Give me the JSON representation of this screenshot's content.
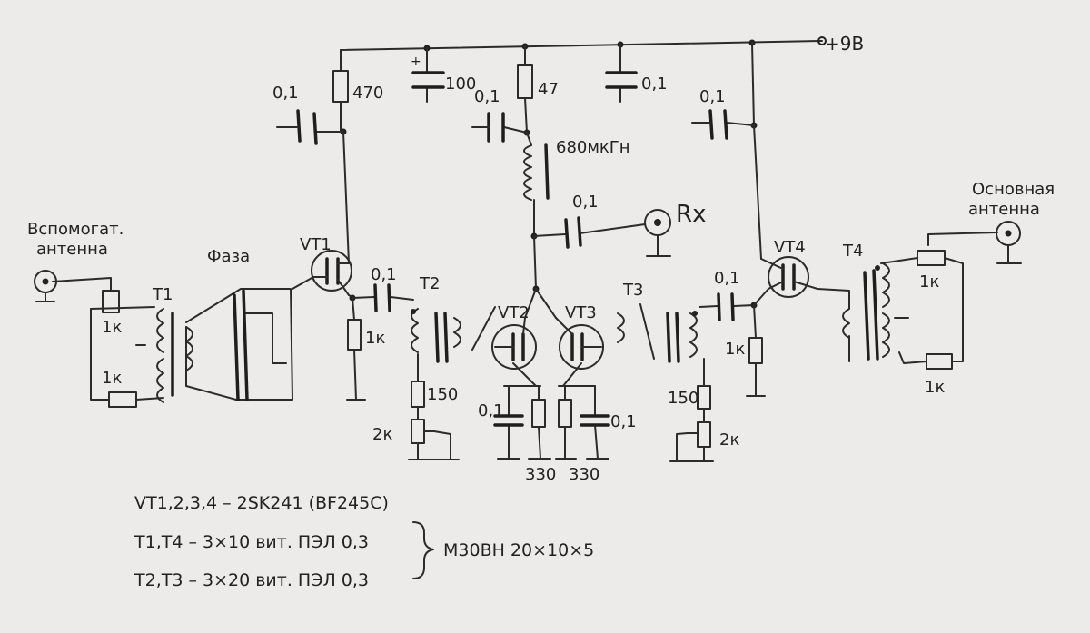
{
  "labels": {
    "supply": "+9В",
    "c_vt1_dec": "0,1",
    "r_vt1": "470",
    "c_bulk": "100",
    "c_mid_dec": "0,1",
    "r_mid": "47",
    "c_top": "0,1",
    "c_vt4_dec": "0,1",
    "inductor": "680мкГн",
    "c_rx": "0,1",
    "rx": "Rx",
    "aux_ant_1": "Вспомогат.",
    "aux_ant_2": "антенна",
    "main_ant_1": "Основная",
    "main_ant_2": "антенна",
    "phase": "Фаза",
    "t1": "T1",
    "t2": "T2",
    "t3": "T3",
    "t4": "T4",
    "vt1": "VT1",
    "vt2": "VT2",
    "vt3": "VT3",
    "vt4": "VT4",
    "c_vt1_out": "0,1",
    "c_vt4_in": "0,1",
    "r_1k_t1_top": "1к",
    "r_1k_t1_bot": "1к",
    "r_1k_vt1": "1к",
    "r_1k_vt4": "1к",
    "r_1k_t4_top": "1к",
    "r_1k_t4_bot": "1к",
    "r_150_left": "150",
    "r_150_right": "150",
    "pot_2k_left": "2к",
    "pot_2k_right": "2к",
    "c_src_left": "0,1",
    "c_src_right": "0,1",
    "r_330_left": "330",
    "r_330_right": "330"
  },
  "notes": {
    "line1": "VT1,2,3,4 – 2SK241 (BF245C)",
    "line2": "T1,T4 – 3×10 вит. ПЭЛ 0,3",
    "line3": "T2,T3 – 3×20 вит. ПЭЛ 0,3",
    "core": "М30ВН 20×10×5"
  }
}
